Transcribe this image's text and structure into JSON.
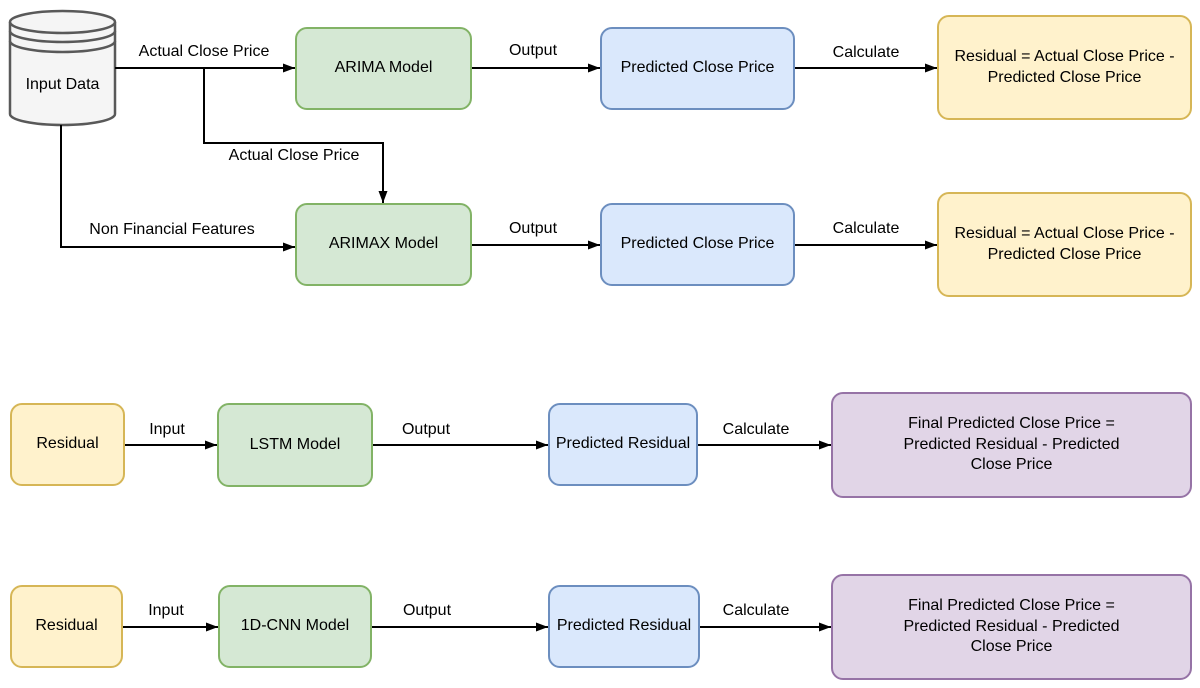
{
  "colors": {
    "green_fill": "#d5e8d4",
    "green_stroke": "#82b366",
    "blue_fill": "#dae8fc",
    "blue_stroke": "#6c8ebf",
    "yellow_fill": "#fff2cc",
    "yellow_stroke": "#d6b656",
    "purple_fill": "#e1d5e7",
    "purple_stroke": "#9673a6",
    "cylinder_fill": "#f5f5f5",
    "cylinder_stroke": "#595959",
    "arrow": "#000000",
    "text": "#000000",
    "background": "#ffffff"
  },
  "nodes": {
    "input_data": "Input Data",
    "arima_model": "ARIMA Model",
    "predicted_close_price_1": "Predicted Close Price",
    "residual_formula_1": "Residual = Actual Close Price -\nPredicted Close Price",
    "arimax_model": "ARIMAX Model",
    "predicted_close_price_2": "Predicted Close Price",
    "residual_formula_2": "Residual = Actual Close Price -\nPredicted Close Price",
    "residual_lstm": "Residual",
    "lstm_model": "LSTM Model",
    "predicted_residual_lstm": "Predicted Residual",
    "final_formula_lstm": "Final Predicted Close Price =\nPredicted Residual - Predicted\nClose Price",
    "residual_cnn": "Residual",
    "cnn_model": "1D-CNN Model",
    "predicted_residual_cnn": "Predicted Residual",
    "final_formula_cnn": "Final Predicted Close Price =\nPredicted Residual - Predicted\nClose Price"
  },
  "edges": {
    "actual_close_price_arima": "Actual Close Price",
    "actual_close_price_arimax": "Actual Close Price",
    "non_financial_features": "Non Financial Features",
    "output_arima": "Output",
    "calculate_arima": "Calculate",
    "output_arimax": "Output",
    "calculate_arimax": "Calculate",
    "input_lstm": "Input",
    "output_lstm": "Output",
    "calculate_lstm": "Calculate",
    "input_cnn": "Input",
    "output_cnn": "Output",
    "calculate_cnn": "Calculate"
  }
}
